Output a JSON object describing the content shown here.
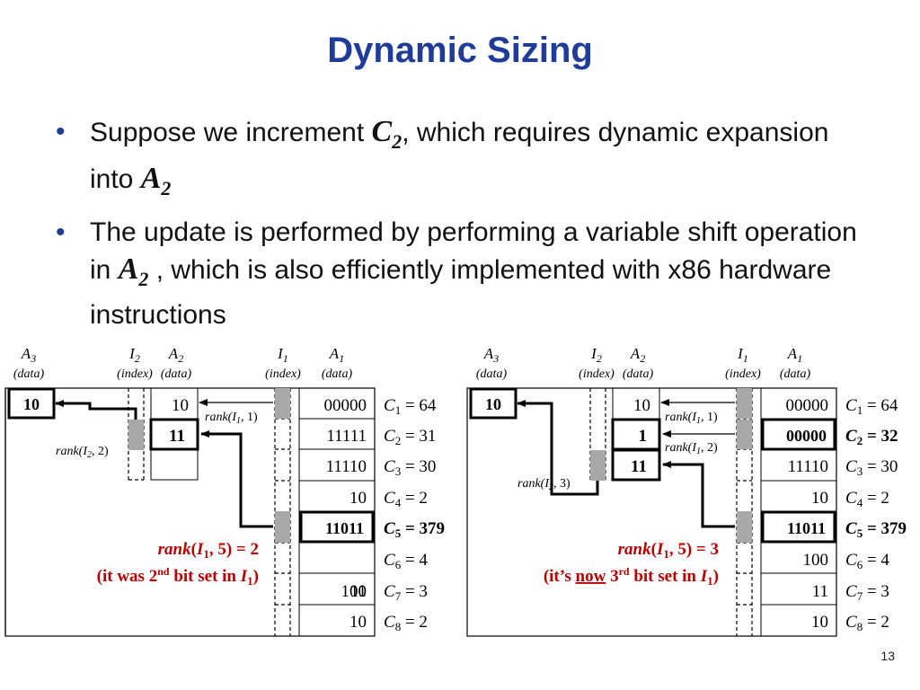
{
  "slide": {
    "title": "Dynamic Sizing",
    "page_number": "13",
    "bullets": [
      {
        "before": "Suppose we increment ",
        "var": "C",
        "sub": "2",
        "after": ", which requires dynamic expansion into ",
        "var2": "A",
        "sub2": "2"
      },
      {
        "before": "The update is performed by performing a variable shift operation in ",
        "var": "A",
        "sub": "2",
        "after": " , which is also efficiently implemented with x86 hardware instructions"
      }
    ]
  },
  "colors": {
    "title": "#1f3c9a",
    "annotation": "#c00000",
    "gray_block": "#a8a8a8",
    "line": "#000000"
  },
  "diagrams": [
    {
      "id": "before",
      "headers": {
        "A3": "A",
        "A3sub": "3",
        "A3tag": "(data)",
        "I2": "I",
        "I2sub": "2",
        "I2tag": "(index)",
        "A2": "A",
        "A2sub": "2",
        "A2tag": "(data)",
        "I1": "I",
        "I1sub": "1",
        "I1tag": "(index)",
        "A1": "A",
        "A1sub": "1",
        "A1tag": "(data)"
      },
      "a3_values": [
        "10"
      ],
      "a2_values": [
        "10",
        "11",
        ""
      ],
      "a1_values": [
        "00000",
        "11111",
        "11110",
        "10",
        "11011",
        "100",
        "11",
        "10"
      ],
      "c_labels": [
        {
          "name": "C",
          "sub": "1",
          "eq": " = 64",
          "bold": false
        },
        {
          "name": "C",
          "sub": "2",
          "eq": " = 31",
          "bold": false
        },
        {
          "name": "C",
          "sub": "3",
          "eq": " = 30",
          "bold": false
        },
        {
          "name": "C",
          "sub": "4",
          "eq": " = 2",
          "bold": false
        },
        {
          "name": "C",
          "sub": "5",
          "eq": " = 379",
          "bold": true
        },
        {
          "name": "C",
          "sub": "6",
          "eq": " = 4",
          "bold": false
        },
        {
          "name": "C",
          "sub": "7",
          "eq": " = 3",
          "bold": false
        },
        {
          "name": "C",
          "sub": "8",
          "eq": " = 2",
          "bold": false
        }
      ],
      "rank_labels": [
        {
          "text": "rank(I",
          "sub": "1",
          "rest": ", 1)"
        },
        {
          "text": "rank(I",
          "sub": "2",
          "rest": ", 2)"
        }
      ],
      "annotation": {
        "line1_italic": "rank",
        "line1_open": "(",
        "line1_var": "I",
        "line1_sub": "1",
        "line1_rest": ", 5) = 2",
        "line2_a": "(it was 2",
        "line2_sup": "nd",
        "line2_b": " bit set in ",
        "line2_var": "I",
        "line2_sub": "1",
        "line2_c": ")"
      }
    },
    {
      "id": "after",
      "headers": {
        "A3": "A",
        "A3sub": "3",
        "A3tag": "(data)",
        "I2": "I",
        "I2sub": "2",
        "I2tag": "(index)",
        "A2": "A",
        "A2sub": "2",
        "A2tag": "(data)",
        "I1": "I",
        "I1sub": "1",
        "I1tag": "(index)",
        "A1": "A",
        "A1sub": "1",
        "A1tag": "(data)"
      },
      "a3_values": [
        "10"
      ],
      "a2_values": [
        "10",
        "1",
        "11"
      ],
      "a1_values": [
        "00000",
        "00000",
        "11110",
        "10",
        "11011",
        "100",
        "11",
        "10"
      ],
      "c_labels": [
        {
          "name": "C",
          "sub": "1",
          "eq": " = 64",
          "bold": false
        },
        {
          "name": "C",
          "sub": "2",
          "eq": " = 32",
          "bold": true
        },
        {
          "name": "C",
          "sub": "3",
          "eq": " = 30",
          "bold": false
        },
        {
          "name": "C",
          "sub": "4",
          "eq": " = 2",
          "bold": false
        },
        {
          "name": "C",
          "sub": "5",
          "eq": " = 379",
          "bold": true
        },
        {
          "name": "C",
          "sub": "6",
          "eq": " = 4",
          "bold": false
        },
        {
          "name": "C",
          "sub": "7",
          "eq": " = 3",
          "bold": false
        },
        {
          "name": "C",
          "sub": "8",
          "eq": " = 2",
          "bold": false
        }
      ],
      "rank_labels": [
        {
          "text": "rank(I",
          "sub": "1",
          "rest": ", 1)"
        },
        {
          "text": "rank(I",
          "sub": "1",
          "rest": ", 2)"
        },
        {
          "text": "rank(I",
          "sub": "2",
          "rest": ", 3)"
        }
      ],
      "annotation": {
        "line1_italic": "rank",
        "line1_open": "(",
        "line1_var": "I",
        "line1_sub": "1",
        "line1_rest": ", 5) = 3",
        "line2_a": "(it’s ",
        "line2_u": "now",
        "line2_b": " 3",
        "line2_sup": "rd",
        "line2_c": " bit set in ",
        "line2_var": "I",
        "line2_sub": "1",
        "line2_d": ")"
      }
    }
  ]
}
